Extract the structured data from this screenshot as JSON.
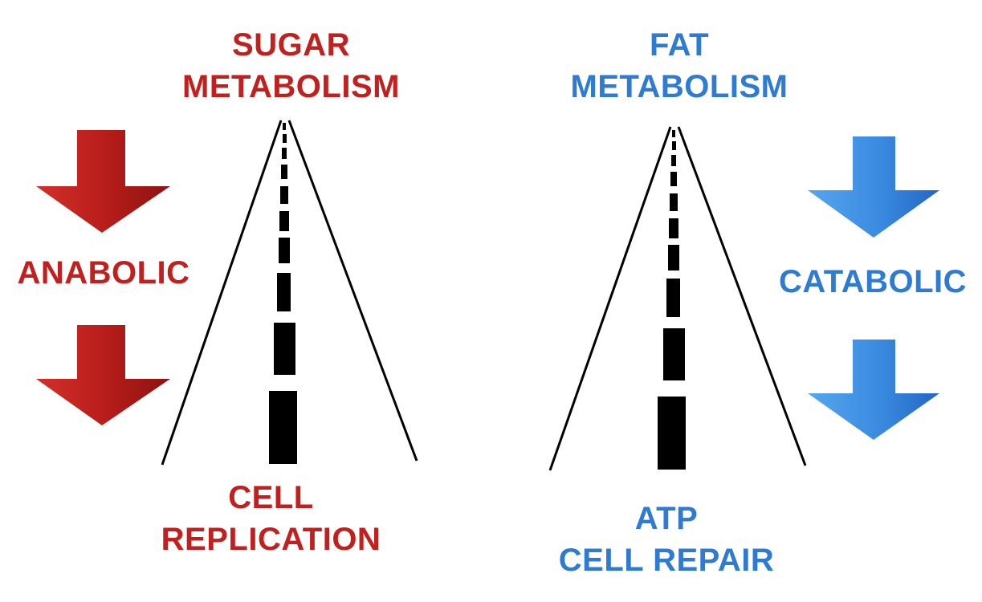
{
  "colors": {
    "sugar": "#c0211f",
    "fat": "#2f7bd1",
    "road": "#000000",
    "background": "#ffffff"
  },
  "sugar": {
    "title_line1": "SUGAR",
    "title_line2": "METABOLISM",
    "side_label": "ANABOLIC",
    "outcome_line1": "CELL",
    "outcome_line2": "REPLICATION",
    "arrow_icon": "arrow-down-red"
  },
  "fat": {
    "title_line1": "FAT",
    "title_line2": "METABOLISM",
    "side_label": "CATABOLIC",
    "outcome_line1": "ATP",
    "outcome_line2": "CELL REPAIR",
    "arrow_icon": "arrow-down-blue"
  },
  "road_icon": "road-perspective"
}
